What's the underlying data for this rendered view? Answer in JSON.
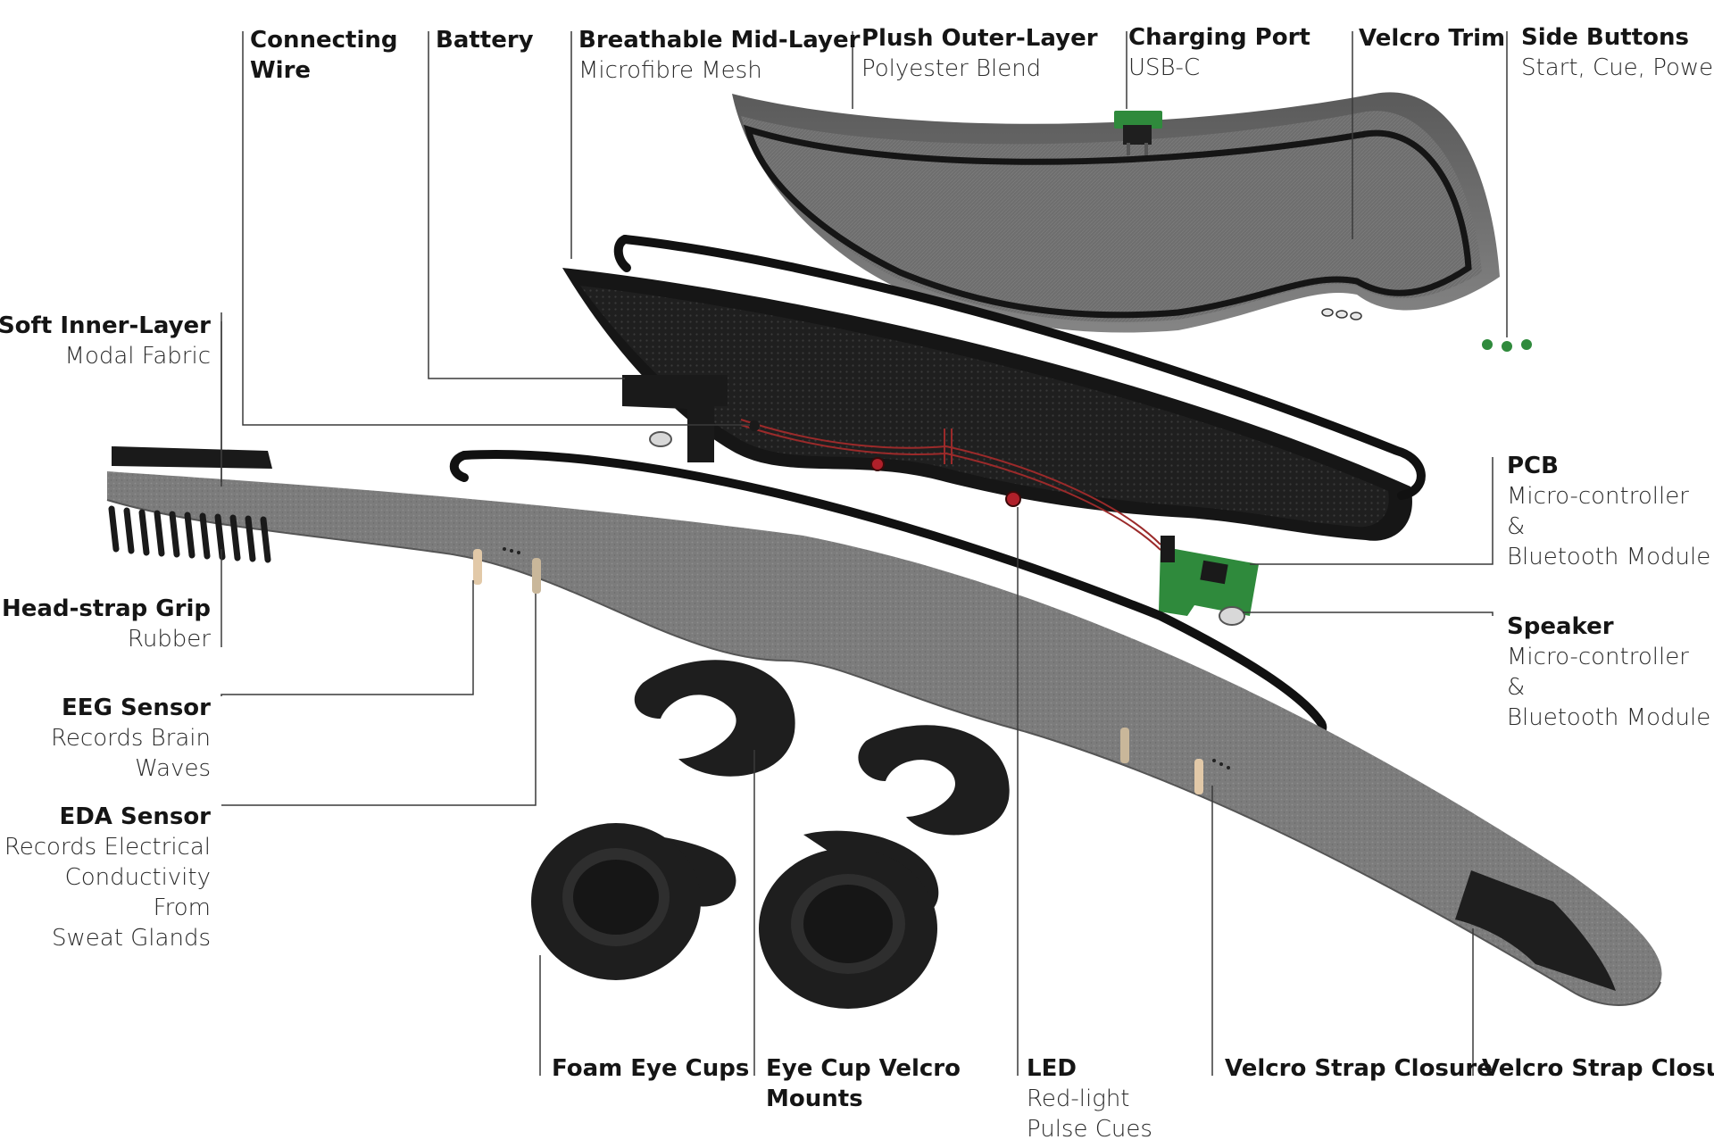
{
  "labels": {
    "connecting_wire": {
      "title": "Connecting\nWire"
    },
    "battery": {
      "title": "Battery"
    },
    "mid_layer": {
      "title": "Breathable Mid-Layer",
      "sub": "Microfibre Mesh"
    },
    "outer_layer": {
      "title": "Plush Outer-Layer",
      "sub": "Polyester Blend"
    },
    "charging_port": {
      "title": "Charging Port",
      "sub": "USB-C"
    },
    "velcro_trim": {
      "title": "Velcro Trim"
    },
    "side_buttons": {
      "title": "Side Buttons",
      "sub": "Start, Cue, Power"
    },
    "inner_layer": {
      "title": "Soft Inner-Layer",
      "sub": "Modal Fabric"
    },
    "head_strap_grip": {
      "title": "Head-strap Grip",
      "sub": "Rubber"
    },
    "eeg_sensor": {
      "title": "EEG Sensor",
      "sub": "Records Brain\nWaves"
    },
    "eda_sensor": {
      "title": "EDA Sensor",
      "sub": "Records Electrical\nConductivity From\nSweat Glands"
    },
    "pcb": {
      "title": "PCB",
      "sub": "Micro-controller &\nBluetooth Module"
    },
    "speaker": {
      "title": "Speaker",
      "sub": "Micro-controller &\nBluetooth Module"
    },
    "foam_eye_cups": {
      "title": "Foam Eye Cups"
    },
    "eye_cup_velcro": {
      "title": "Eye Cup Velcro\nMounts"
    },
    "led": {
      "title": "LED",
      "sub": "Red-light\nPulse Cues"
    },
    "velcro_strap_closure_1": {
      "title": "Velcro Strap Closure"
    },
    "velcro_strap_closure_2": {
      "title": "Velcro Strap Closure"
    }
  },
  "colors": {
    "felt_grey": "#7a7a7a",
    "foam_black": "#1e1e1e",
    "pcb_green": "#2f8a3c",
    "led_red": "#b0202a",
    "wire_red": "#9b2a2a",
    "leader_line": "#3a3a3a"
  }
}
